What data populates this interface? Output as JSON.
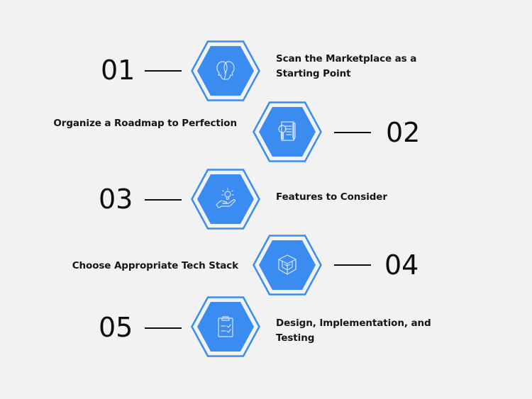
{
  "colors": {
    "background": "#f2f2f2",
    "hex_fill": "#3a8cf0",
    "hex_outline": "#3a8cf0",
    "icon_stroke": "#d6e6fb",
    "text": "#111111"
  },
  "steps": [
    {
      "number": "01",
      "title_line1": "Scan the Marketplace as a",
      "title_line2": "Starting Point",
      "icon": "people-profile-icon",
      "side": "right"
    },
    {
      "number": "02",
      "title_line1": "Organize a Roadmap to Perfection",
      "title_line2": "",
      "icon": "document-search-icon",
      "side": "left"
    },
    {
      "number": "03",
      "title_line1": "Features to Consider",
      "title_line2": "",
      "icon": "hand-lightbulb-icon",
      "side": "right"
    },
    {
      "number": "04",
      "title_line1": "Choose Appropriate Tech Stack",
      "title_line2": "",
      "icon": "cube-icon",
      "side": "left"
    },
    {
      "number": "05",
      "title_line1": "Design, Implementation, and",
      "title_line2": "Testing",
      "icon": "clipboard-checklist-icon",
      "side": "right"
    }
  ]
}
